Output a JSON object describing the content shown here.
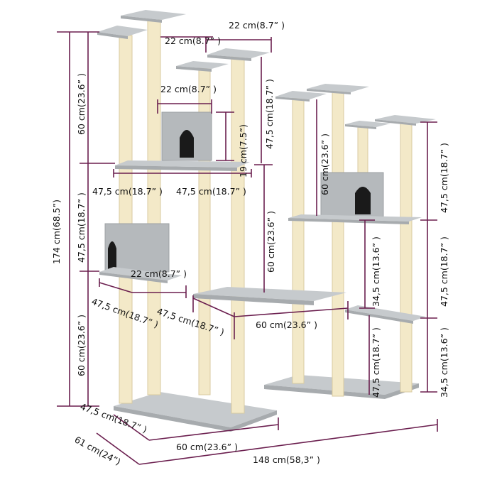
{
  "dimensions": {
    "total_height": "174 cm(68.5”)",
    "total_width": "148 cm(58,3” )",
    "depth": "61 cm(24”)",
    "left_top_section": "60 cm(23.6” )",
    "left_mid_section": "47,5 cm(18.7” )",
    "left_low_section": "60 cm(23.6” )",
    "base_depth": "47,5 cm(18.7” )",
    "base_width": "60 cm(23.6” )",
    "top_plat_1": "22 cm(8.7” )",
    "top_plat_2": "22 cm(8.7” )",
    "house_width": "22 cm(8.7” )",
    "house_height": "19 cm(7.5”)",
    "upper_right_post": "47,5 cm(18.7” )",
    "mid_plat_depth": "47,5 cm(18.7” )",
    "mid_plat_width": "47,5 cm(18.7” )",
    "right_post_main": "60 cm(23.6” )",
    "lower_house_plat": "22 cm(8.7” )",
    "lower_plat_depth": "47,5 cm(18.7” )",
    "lower_plat_width": "47,5 cm(18.7” )",
    "bridge_width": "60 cm(23.6” )",
    "right_house_height": "60 cm(23.6” )",
    "right_gap": "34,5 cm(13.6” )",
    "right_low_gap": "47,5 cm(18.7” )",
    "far_right_top": "47,5 cm(18.7” )",
    "far_right_mid": "47,5 cm(18.7” )",
    "far_right_low": "34,5 cm(13.6” )"
  },
  "colors": {
    "dimension_line": "#6b1f4f",
    "sisal_post": "#f3e9c8",
    "plush": "#c6cacd"
  }
}
